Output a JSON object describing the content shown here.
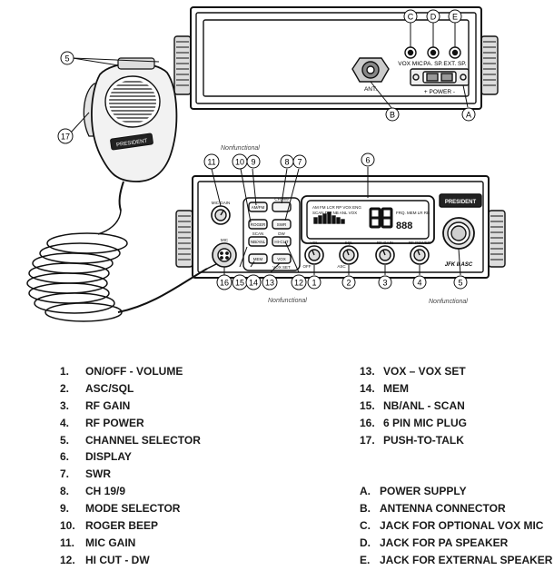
{
  "callouts": {
    "c1": "1",
    "c2": "2",
    "c3": "3",
    "c4": "4",
    "c5": "5",
    "c6": "6",
    "c7": "7",
    "c8": "8",
    "c9": "9",
    "c10": "10",
    "c11": "11",
    "c12": "12",
    "c13": "13",
    "c14": "14",
    "c15": "15",
    "c16": "16",
    "c17": "17",
    "c5b": "5",
    "cA": "A",
    "cB": "B",
    "cC": "C",
    "cD": "D",
    "cE": "E"
  },
  "rear_labels": {
    "vox_mic": "VOX MIC",
    "pa_sp": "PA. SP.",
    "ext_sp": "EXT. SP.",
    "ant": "ANT.",
    "power": "+ POWER -",
    "pin_plus": "+",
    "pin_minus": "-"
  },
  "notes": {
    "nonfunctional_top": "Nonfunctional",
    "nonfunctional_bottom": "Nonfunctional",
    "nonfunctional_right": "Nonfunctional"
  },
  "front_labels": {
    "brand": "PRESIDENT",
    "model": "JFK II ASC",
    "mic_brand": "PRESIDENT",
    "mic_gain": "MIC GAIN",
    "mic": "MIC",
    "vol": "VOL",
    "sql": "SQL",
    "rf_gain": "RF GAIN",
    "rf_power": "RF POWER",
    "asc": "ASC",
    "off": "OFF",
    "ch19": "CH19/9",
    "am_fm": "AM/FM",
    "roger": "ROGER",
    "swr": "SWR",
    "nb_anl": "NB/ANL",
    "hi_cut": "HI-CUT",
    "mem": "MEM",
    "vox": "VOX",
    "scan": "SCAN",
    "dw": "DW",
    "vox_set": "VOX SET",
    "lcd_top": "AM FM LCR RP VOX ENG",
    "lcd_mid": "SCAN DW NB ANL VOX",
    "lcd_digits": "88",
    "lcd_freq": "888",
    "lcd_side": "FRQ. MEM LR RB"
  },
  "legend_left": [
    {
      "key": "1.",
      "text": "ON/OFF - VOLUME"
    },
    {
      "key": "2.",
      "text": "ASC/SQL"
    },
    {
      "key": "3.",
      "text": "RF GAIN"
    },
    {
      "key": "4.",
      "text": "RF POWER"
    },
    {
      "key": "5.",
      "text": "CHANNEL SELECTOR"
    },
    {
      "key": "6.",
      "text": "DISPLAY"
    },
    {
      "key": "7.",
      "text": "SWR"
    },
    {
      "key": "8.",
      "text": "CH 19/9"
    },
    {
      "key": "9.",
      "text": "MODE SELECTOR"
    },
    {
      "key": "10.",
      "text": "ROGER BEEP"
    },
    {
      "key": "11.",
      "text": "MIC GAIN"
    },
    {
      "key": "12.",
      "text": "HI CUT - DW"
    }
  ],
  "legend_right_numbers": [
    {
      "key": "13.",
      "text": "VOX – VOX SET"
    },
    {
      "key": "14.",
      "text": "MEM"
    },
    {
      "key": "15.",
      "text": "NB/ANL - SCAN"
    },
    {
      "key": "16.",
      "text": "6 PIN MIC PLUG"
    },
    {
      "key": "17.",
      "text": "PUSH-TO-TALK"
    }
  ],
  "legend_right_letters": [
    {
      "key": "A.",
      "text": "POWER SUPPLY"
    },
    {
      "key": "B.",
      "text": "ANTENNA CONNECTOR"
    },
    {
      "key": "C.",
      "text": "JACK FOR OPTIONAL VOX MIC"
    },
    {
      "key": "D.",
      "text": "JACK FOR PA SPEAKER"
    },
    {
      "key": "E.",
      "text": "JACK FOR EXTERNAL SPEAKER"
    }
  ]
}
